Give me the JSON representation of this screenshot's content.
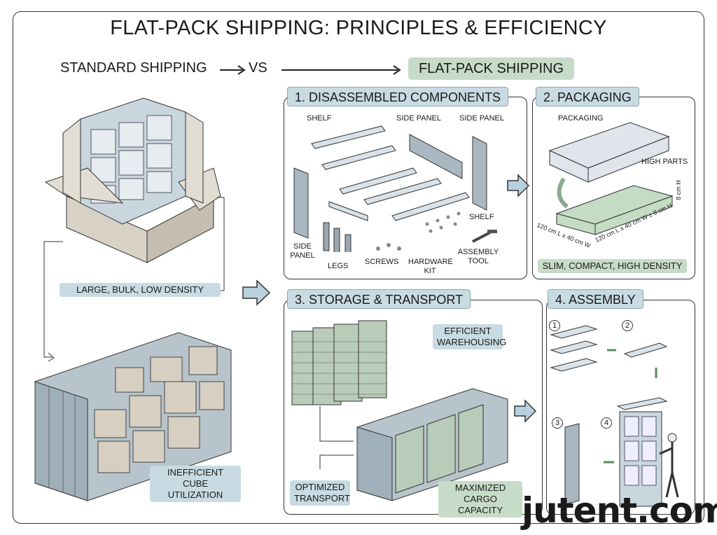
{
  "title": "FLAT-PACK SHIPPING: PRINCIPLES & EFFICIENCY",
  "compare": {
    "standard": "STANDARD SHIPPING",
    "vs": "VS",
    "flatpack": "FLAT-PACK SHIPPING"
  },
  "left": {
    "bulk_label": "LARGE, BULK, LOW DENSITY",
    "container_label": "INEFFICIENT CUBE UTILIZATION"
  },
  "panel1": {
    "heading": "1. DISASSEMBLED COMPONENTS",
    "labels": {
      "shelf_top": "SHELF",
      "side_panel_mid": "SIDE PANEL",
      "side_panel_right": "SIDE PANEL",
      "shelf_right": "SHELF",
      "side_panel_left": "SIDE PANEL",
      "legs": "LEGS",
      "screws": "SCREWS",
      "hardware": "HARDWARE KIT",
      "tool": "ASSEMBLY TOOL"
    }
  },
  "panel2": {
    "heading": "2. PACKAGING",
    "packaging": "PACKAGING",
    "high_parts": "HIGH PARTS",
    "height_dim": "8 cm H",
    "dim_left": "120 cm L x 40 cm W",
    "dim_right": "120 cm L x 40 cm W ± 8 cm H",
    "summary": "SLIM, COMPACT, HIGH DENSITY"
  },
  "panel3": {
    "heading": "3. STORAGE & TRANSPORT",
    "warehousing": "EFFICIENT WAREHOUSING",
    "transport": "OPTIMIZED TRANSPORT",
    "capacity": "MAXIMIZED CARGO CAPACITY"
  },
  "panel4": {
    "heading": "4. ASSEMBLY",
    "steps": [
      "1",
      "2",
      "3",
      "4"
    ]
  },
  "watermark": "jutent.com"
}
